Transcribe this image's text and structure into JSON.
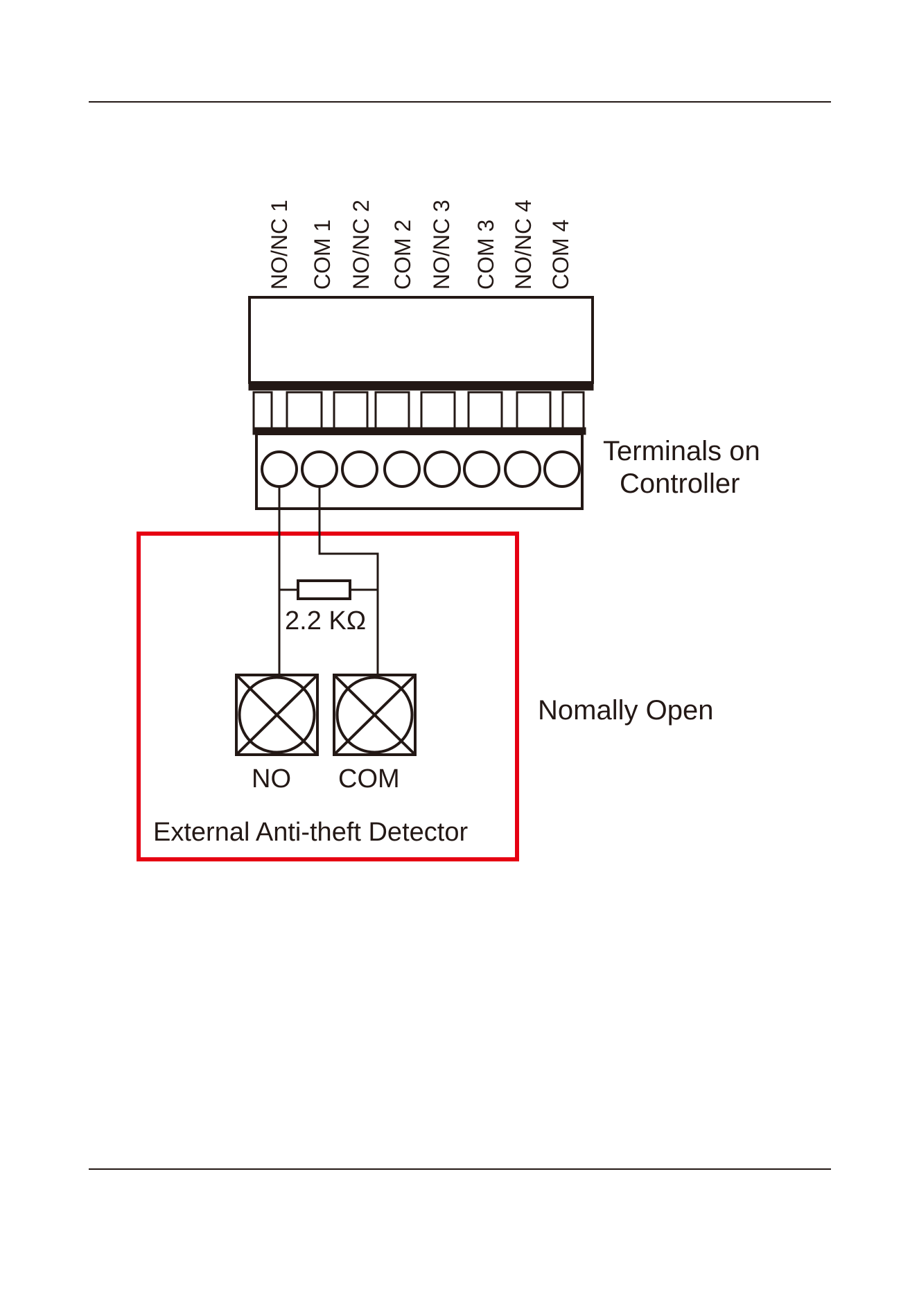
{
  "terminals": {
    "labels": [
      "NO/NC 1",
      "COM 1",
      "NO/NC 2",
      "COM 2",
      "NO/NC 3",
      "COM 3",
      "NO/NC 4",
      "COM 4"
    ],
    "caption_line1": "Terminals on",
    "caption_line2": "Controller"
  },
  "resistor": {
    "label": "2.2 KΩ"
  },
  "detector": {
    "no_label": "NO",
    "com_label": "COM",
    "title": "External Anti-theft Detector"
  },
  "mode_label": "Nomally Open",
  "colors": {
    "line": "#231815",
    "highlight_box": "#e60012",
    "background": "#ffffff"
  }
}
